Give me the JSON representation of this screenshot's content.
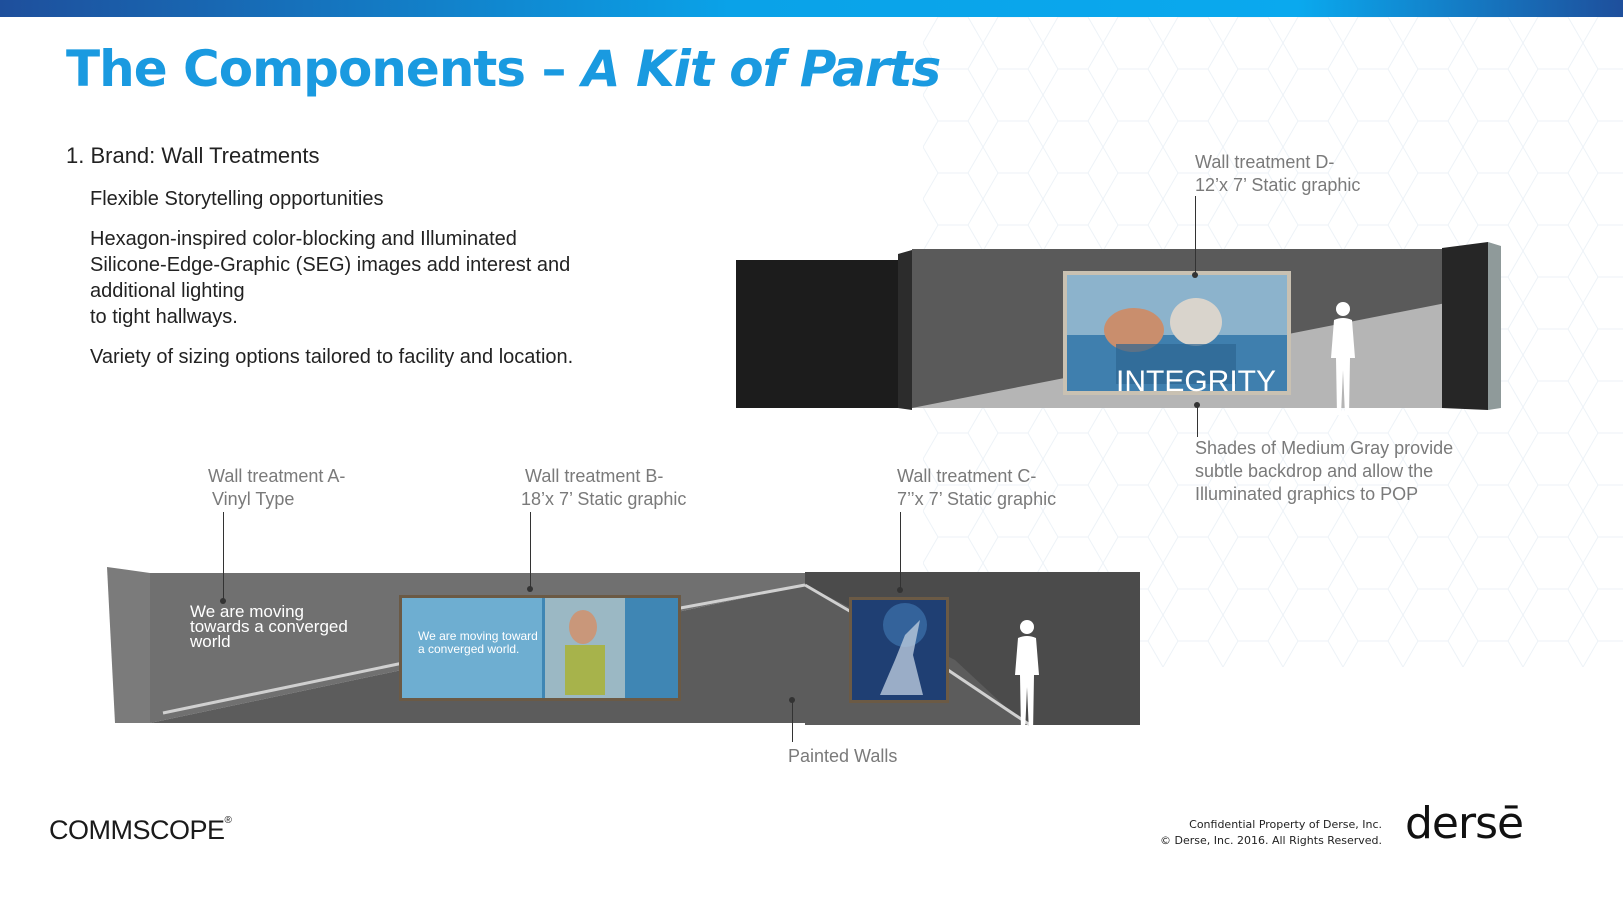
{
  "slide": {
    "title_main": "The Components",
    "title_sep": " – ",
    "title_italic": "A Kit of Parts"
  },
  "content": {
    "heading": "1. Brand: Wall Treatments",
    "para1": "Flexible Storytelling opportunities",
    "para2_lines": [
      "Hexagon-inspired color-blocking and Illuminated",
      "Silicone-Edge-Graphic (SEG) images add interest and",
      "additional lighting",
      "to tight hallways."
    ],
    "para3": "Variety of sizing options tailored to facility and location."
  },
  "labels": {
    "wall_d": [
      "Wall treatment D-",
      "12’x 7’ Static graphic"
    ],
    "shades": [
      "Shades of Medium Gray provide",
      "subtle backdrop and allow the",
      "Illuminated graphics to POP"
    ],
    "wall_a": [
      "Wall treatment A-",
      "Vinyl Type"
    ],
    "wall_b": [
      "Wall treatment B-",
      "18’x 7’ Static graphic"
    ],
    "wall_c": [
      "Wall treatment C-",
      "7’’x 7’ Static graphic"
    ],
    "painted": "Painted Walls"
  },
  "graphics": {
    "integrity": "INTEGRITY",
    "vinyl_text": [
      "We are moving",
      "towards a converged",
      "world"
    ],
    "panel_b_text": [
      "We are moving toward",
      "a converged world."
    ]
  },
  "footer": {
    "logo": "COMMSCOPE",
    "logo_mark": "®",
    "confidential": [
      "Confidential  Property of Derse, Inc.",
      "© Derse, Inc. 2016. All Rights Reserved."
    ],
    "brand": "dersē"
  },
  "colors": {
    "title_blue": "#1a9ae0",
    "wall_dark": "#4d4d4d",
    "wall_mid": "#6e6e6e",
    "wall_light": "#b3b3b3"
  }
}
